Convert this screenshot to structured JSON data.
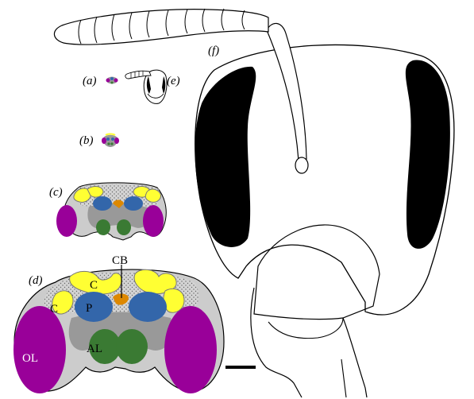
{
  "panels": {
    "a": "(a)",
    "b": "(b)",
    "c": "(c)",
    "d": "(d)",
    "e": "(e)",
    "f": "(f)"
  },
  "regions": {
    "cb": "CB",
    "c_upper": "C",
    "c_lower": "C",
    "p": "P",
    "al": "AL",
    "ol": "OL"
  },
  "colors": {
    "optic_lobe": "#990099",
    "calyx": "#ffff33",
    "protocerebrum": "#3366aa",
    "central_body": "#dd8800",
    "antennal_lobe": "#3a7a33",
    "mid_gray": "#999999",
    "light_gray": "#cccccc",
    "eye": "#000000"
  }
}
